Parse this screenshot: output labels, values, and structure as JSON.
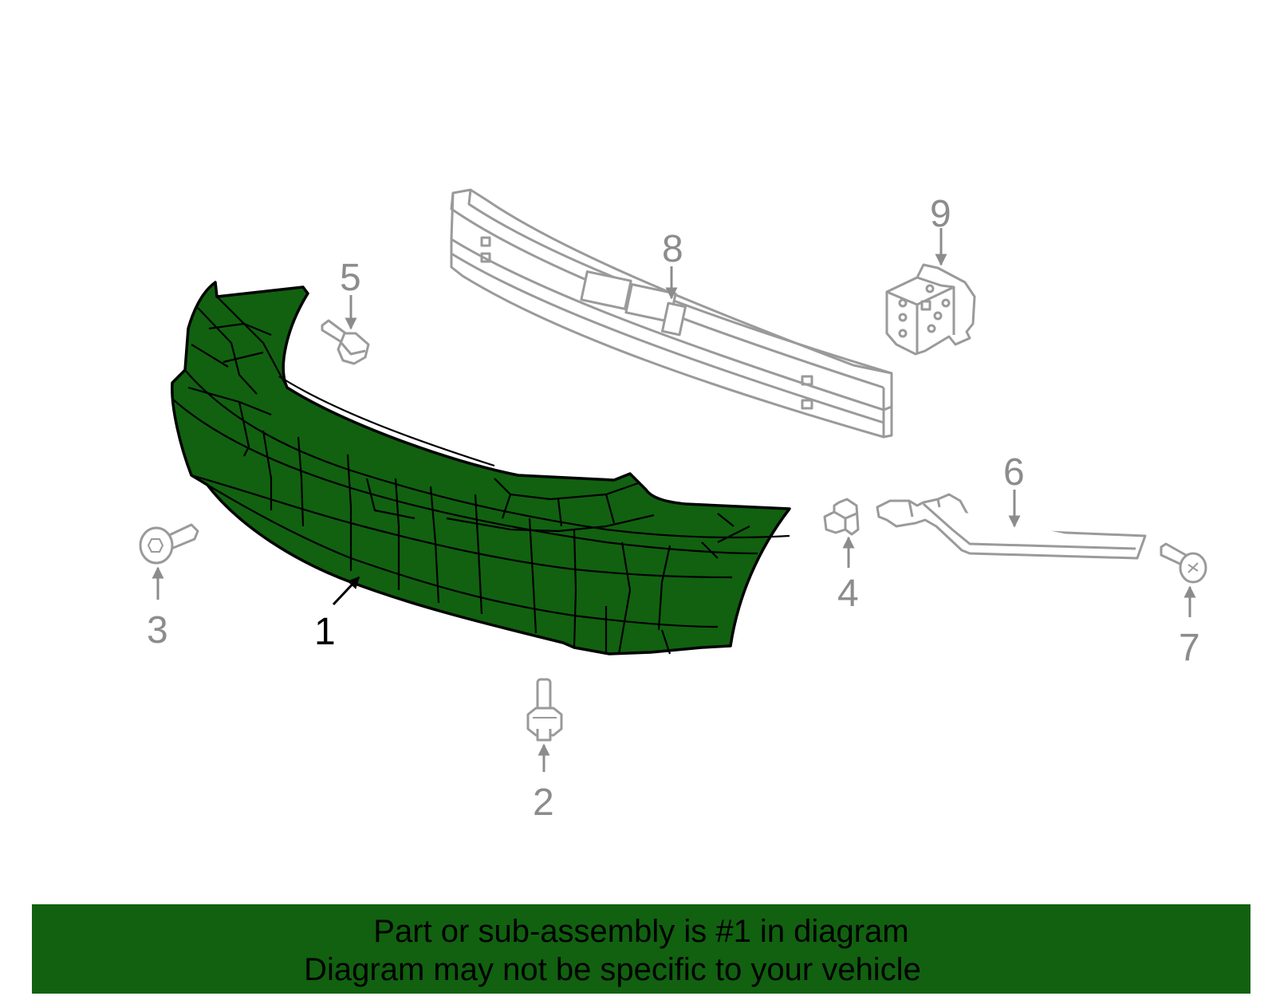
{
  "diagram": {
    "highlight_part": "1",
    "colors": {
      "highlight_fill": "#116110",
      "highlight_stroke": "#000000",
      "part_stroke": "#9a9a9a",
      "label_gray": "#8c8c8c",
      "label_active": "#000000"
    },
    "callouts": [
      {
        "id": "1",
        "label": "1"
      },
      {
        "id": "2",
        "label": "2"
      },
      {
        "id": "3",
        "label": "3"
      },
      {
        "id": "4",
        "label": "4"
      },
      {
        "id": "5",
        "label": "5"
      },
      {
        "id": "6",
        "label": "6"
      },
      {
        "id": "7",
        "label": "7"
      },
      {
        "id": "8",
        "label": "8"
      },
      {
        "id": "9",
        "label": "9"
      }
    ]
  },
  "banner": {
    "line1": "Part or sub-assembly is #1 in diagram",
    "line2": "Diagram may not be specific to your vehicle"
  }
}
